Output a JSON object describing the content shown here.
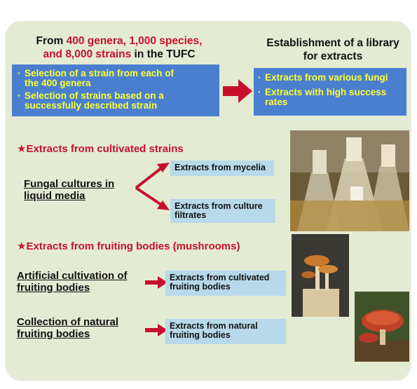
{
  "top_left": {
    "heading_l1_a": "From ",
    "heading_l1_b": "400 genera, 1,000 species,",
    "heading_l2_a": "and 8,000 strains",
    "heading_l2_b": " in the TUFC",
    "bullet_1_l1": "Selection of a strain from each of",
    "bullet_1_l2": "the 400 genera",
    "bullet_2_l1": "Selection of strains based on a",
    "bullet_2_l2": "successfully described strain"
  },
  "top_right": {
    "heading_l1": "Establishment of a library",
    "heading_l2": "for extracts",
    "bullet_1": "Extracts from various fungi",
    "bullet_2_l1": "Extracts with high success",
    "bullet_2_l2": "rates"
  },
  "section_1": {
    "title": "Extracts from cultivated strains",
    "source_l1": "Fungal cultures in",
    "source_l2": "liquid media",
    "box_1": "Extracts from mycelia",
    "box_2_l1": "Extracts from culture",
    "box_2_l2": "filtrates"
  },
  "section_2": {
    "title": "Extracts from fruiting bodies (mushrooms)",
    "row_1_l1": "Artificial cultivation of",
    "row_1_l2": "fruiting bodies",
    "box_1_l1": "Extracts from cultivated",
    "box_1_l2": "fruiting bodies",
    "row_2_l1": "Collection of natural",
    "row_2_l2": "fruiting bodies",
    "box_2_l1": "Extracts from natural",
    "box_2_l2": "fruiting bodies"
  },
  "colors": {
    "panel": "#e4ebd3",
    "accent_red": "#c8102e",
    "blue_box": "#4a7fd0",
    "light_box": "#b8d9ea",
    "bullet_text": "#ffff33"
  }
}
